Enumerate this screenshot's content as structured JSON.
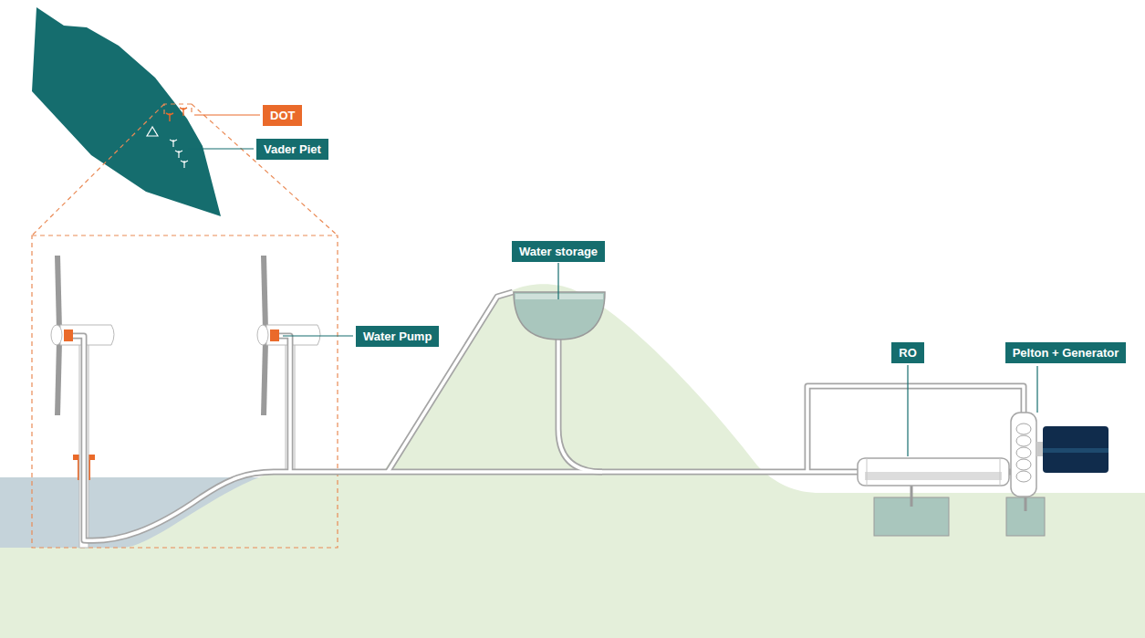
{
  "diagram": {
    "nodes": [
      {
        "text": [
          "DOT"
        ]
      },
      {
        "text": [
          "Vader Piet"
        ]
      },
      {
        "text": [
          "Water storage"
        ]
      },
      {
        "text": [
          "Water Pump"
        ]
      },
      {
        "text": [
          "RO"
        ]
      },
      {
        "text": [
          "Pelton + Generator"
        ]
      }
    ]
  }
}
